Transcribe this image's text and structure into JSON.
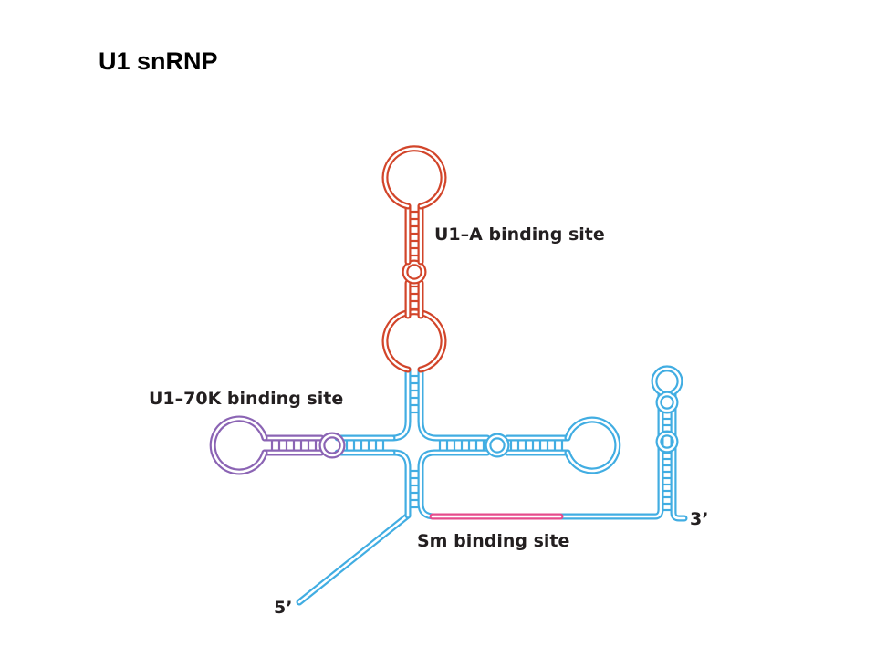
{
  "title": "U1 snRNP",
  "labels": {
    "u1a": "U1–A binding site",
    "u170k": "U1–70K binding site",
    "sm": "Sm binding site",
    "five_prime": "5’",
    "three_prime": "3’"
  },
  "colors": {
    "u1a_stem": "#d2452a",
    "u170k_stem": "#8b64b4",
    "core": "#41ade2",
    "sm_site": "#e64b8c",
    "strand_fill": "#ffffff",
    "text": "#231f20"
  }
}
